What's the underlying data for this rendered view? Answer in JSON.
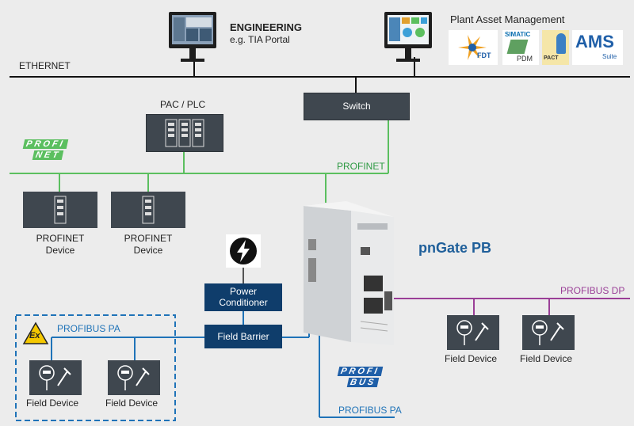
{
  "engineering": {
    "title": "ENGINEERING",
    "subtitle": "e.g. TIA Portal"
  },
  "asset_mgmt": {
    "title": "Plant Asset Management",
    "logos": {
      "fdt": "FDT",
      "simatic": "SIMATIC",
      "pdm": "PDM",
      "pactware": "PACT",
      "ams": "AMS",
      "ams_sub": "Suite"
    }
  },
  "ethernet_label": "ETHERNET",
  "switch_label": "Switch",
  "plc_label": "PAC / PLC",
  "profinet_logo": {
    "line1": "PROFI",
    "line2": "NET"
  },
  "profinet_label": "PROFINET",
  "profinet_device_1": {
    "line1": "PROFINET",
    "line2": "Device"
  },
  "profinet_device_2": {
    "line1": "PROFINET",
    "line2": "Device"
  },
  "power_conditioner": {
    "line1": "Power",
    "line2": "Conditioner"
  },
  "field_barrier": "Field Barrier",
  "pngate_title": "pnGate PB",
  "profibus_dp_label": "PROFIBUS DP",
  "profibus_pa_label": "PROFIBUS PA",
  "profibus_pa_label_2": "PROFIBUS PA",
  "profibus_logo": {
    "line1": "PROFI",
    "line2": "BUS"
  },
  "ex_symbol": "Ex",
  "field_devices": [
    "Field Device",
    "Field Device",
    "Field Device",
    "Field Device"
  ],
  "colors": {
    "profinet": "#5bbf5f",
    "profibus_pa": "#1f73b8",
    "profibus_dp": "#9a3f97",
    "ethernet": "#111111",
    "device_dark": "#3f474f",
    "navy": "#0f3d6b"
  }
}
